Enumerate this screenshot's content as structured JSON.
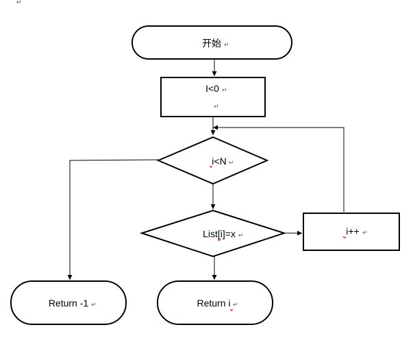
{
  "flowchart": {
    "start_label": "开始",
    "init_label": "I<0",
    "condition_label": "i<N",
    "compare_label": "List[i]=x",
    "increment_label": "i++",
    "return_not_found_label": "Return -1",
    "return_found_label": "Return i"
  },
  "editor_marks": {
    "paragraph_mark": "↵"
  },
  "colors": {
    "stroke": "#000000",
    "spell_squiggle": "#d00000",
    "background": "#ffffff"
  }
}
